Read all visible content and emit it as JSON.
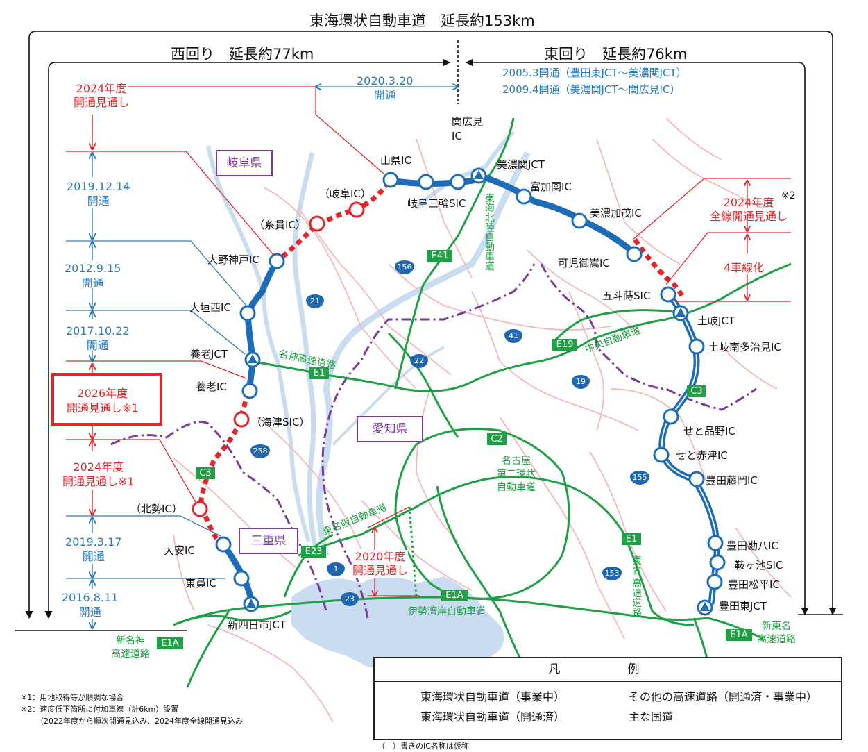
{
  "header": {
    "total": "東海環状自動車道　延長約153km",
    "west": "西回り　延長約77km",
    "east": "東回り　延長約76km"
  },
  "east_open": [
    "2005.3開通（豊田東JCT～美濃関JCT）",
    "2009.4開通（美濃関JCT～関広見IC）"
  ],
  "west_top": {
    "plan": "2024年度\n開通見通し",
    "open": "2020.3.20\n開通"
  },
  "west_timeline": [
    {
      "label": "2019.12.14\n開通",
      "kind": "open"
    },
    {
      "label": "2012.9.15\n開通",
      "kind": "open"
    },
    {
      "label": "2017.10.22\n開通",
      "kind": "open"
    },
    {
      "label": "2026年度\n開通見通し※1",
      "kind": "plan",
      "highlight": true
    },
    {
      "label": "2024年度\n開通見通し※1",
      "kind": "plan"
    },
    {
      "label": "2019.3.17\n開通",
      "kind": "open"
    },
    {
      "label": "2016.8.11\n開通",
      "kind": "open"
    }
  ],
  "east_right": {
    "plan": "2024年度\n全線開通見通し",
    "note_mark": "※2",
    "widen": "4車線化"
  },
  "middle_plan": "2020年度\n開通見通し",
  "prefectures": {
    "gifu": "岐阜県",
    "aichi": "愛知県",
    "mie": "三重県"
  },
  "interchanges": [
    {
      "name": "関広見\nIC"
    },
    {
      "name": "山県IC"
    },
    {
      "name": "岐阜三輪SIC"
    },
    {
      "name": "（岐阜IC）"
    },
    {
      "name": "（糸貫IC）"
    },
    {
      "name": "大野神戸IC"
    },
    {
      "name": "大垣西IC"
    },
    {
      "name": "養老JCT"
    },
    {
      "name": "養老IC"
    },
    {
      "name": "（海津SIC）"
    },
    {
      "name": "（北勢IC）"
    },
    {
      "name": "大安IC"
    },
    {
      "name": "東員IC"
    },
    {
      "name": "新四日市JCT"
    },
    {
      "name": "美濃関JCT"
    },
    {
      "name": "富加関IC"
    },
    {
      "name": "美濃加茂IC"
    },
    {
      "name": "可児御嵩IC"
    },
    {
      "name": "五斗蒔SIC"
    },
    {
      "name": "土岐JCT"
    },
    {
      "name": "土岐南多治見IC"
    },
    {
      "name": "せと品野IC"
    },
    {
      "name": "せと赤津IC"
    },
    {
      "name": "豊田藤岡IC"
    },
    {
      "name": "豊田勘八IC"
    },
    {
      "name": "鞍ヶ池SIC"
    },
    {
      "name": "豊田松平IC"
    },
    {
      "name": "豊田東JCT"
    }
  ],
  "routes": {
    "tokai_hokuriku": "東海北陸自動車道",
    "meishin": "名神高速道路",
    "chuo": "中央自動車道",
    "nagoya2": "名古屋\n第二環状\n自動車道",
    "tomei": "東名阪自動車道",
    "isewan": "伊勢湾岸自動車道",
    "tomei_exp": "東名\n高速道路",
    "shin_meishin": "新名神\n高速道路",
    "shin_tomei": "新東名\n高速道路"
  },
  "shields": [
    "E41",
    "E19",
    "E1",
    "C3",
    "C2",
    "E23",
    "E1",
    "E1A",
    "E1A",
    "E1A",
    "C3"
  ],
  "national_roads": [
    "21",
    "41",
    "22",
    "19",
    "156",
    "258",
    "155",
    "153",
    "1",
    "23"
  ],
  "legend": {
    "title": "凡　例",
    "items": [
      "東海環状自動車道（事業中）",
      "その他の高速道路（開通済・事業中）",
      "東海環状自動車道（開通済）",
      "主な国道"
    ]
  },
  "footnotes": [
    "※1：用地取得等が順調な場合",
    "※2：速度低下箇所に付加車線（計6km）設置",
    "（2022年度から順次開通見込み、2024年度全線開通見込み",
    "（　）書きのIC名称は仮称"
  ],
  "colors": {
    "blue": "#1d6cb8",
    "red": "#e2262b",
    "green": "#1fa045",
    "purple": "#7b3b9a",
    "river": "#c9dcf0",
    "pink": "#f2b9b9",
    "text_blue": "#2a7abf"
  }
}
